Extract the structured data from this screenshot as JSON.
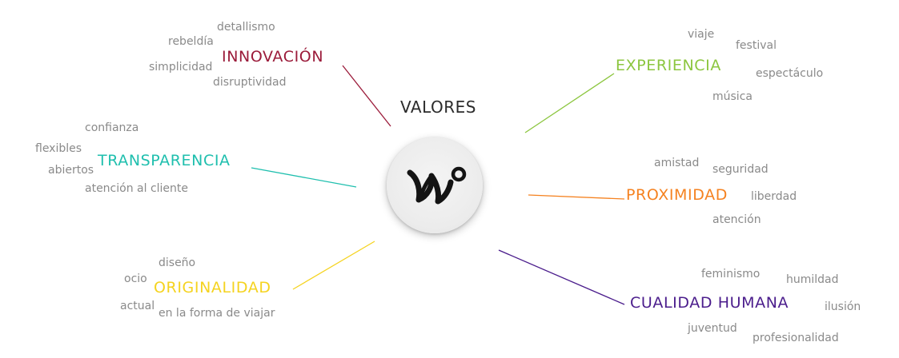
{
  "title": "VALORES",
  "center": {
    "logo_icon": "wave-logo-icon"
  },
  "categories": {
    "innovacion": {
      "label": "INNOVACIÓN",
      "color": "#9b1b3a",
      "words": [
        "detallismo",
        "rebeldía",
        "simplicidad",
        "disruptividad"
      ]
    },
    "experiencia": {
      "label": "EXPERIENCIA",
      "color": "#8cc63f",
      "words": [
        "viaje",
        "festival",
        "espectáculo",
        "música"
      ]
    },
    "transparencia": {
      "label": "TRANSPARENCIA",
      "color": "#1fbfae",
      "words": [
        "confianza",
        "flexibles",
        "abiertos",
        "atención al cliente"
      ]
    },
    "proximidad": {
      "label": "PROXIMIDAD",
      "color": "#f58220",
      "words": [
        "amistad",
        "seguridad",
        "liberdad",
        "atención"
      ]
    },
    "originalidad": {
      "label": "ORIGINALIDAD",
      "color": "#f5d31f",
      "words": [
        "diseño",
        "ocio",
        "actual",
        "en la forma de viajar"
      ]
    },
    "cualidad": {
      "label": "CUALIDAD HUMANA",
      "color": "#4b1d8c",
      "words": [
        "feminismo",
        "humildad",
        "ilusión",
        "juventud",
        "profesionalidad"
      ]
    }
  }
}
